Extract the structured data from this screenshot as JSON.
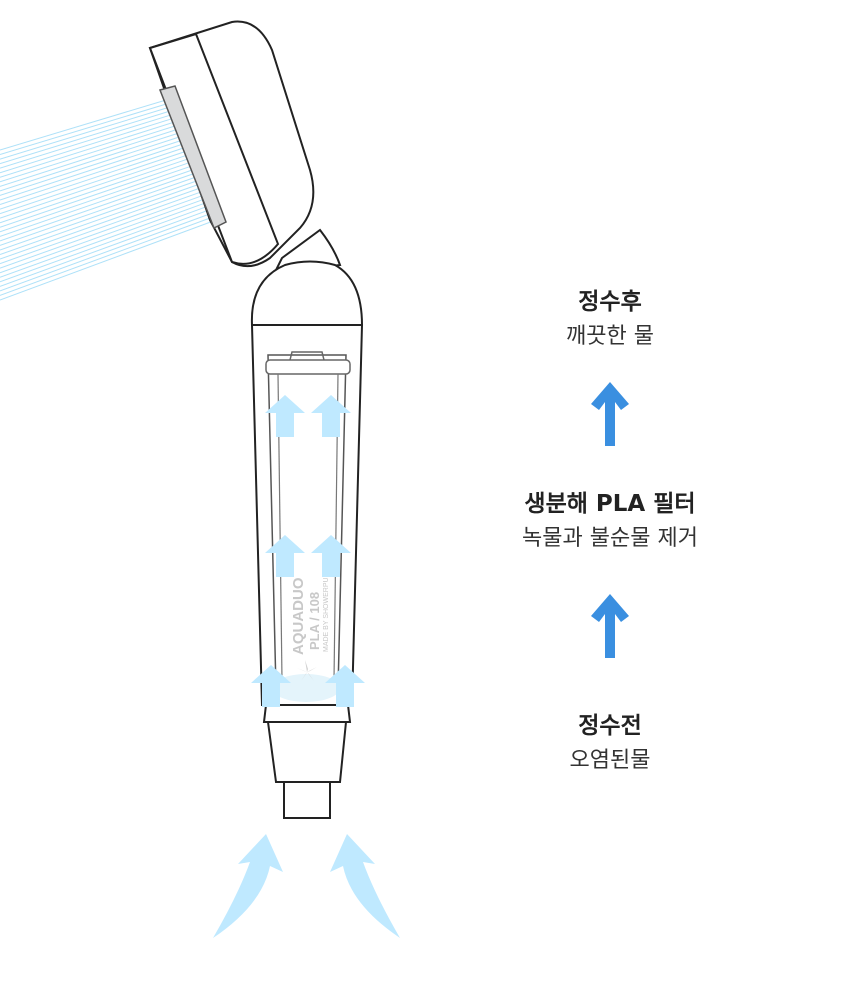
{
  "product": {
    "brand_mark": "AQUADUO",
    "model_mark": "PLA / 108",
    "maker_mark": "MADE BY SHOWERPURE"
  },
  "stages": [
    {
      "title": "정수후",
      "subtitle": "깨끗한 물"
    },
    {
      "title": "생분해 PLA 필터",
      "subtitle": "녹물과 불순물 제거"
    },
    {
      "title": "정수전",
      "subtitle": "오염된물"
    }
  ],
  "colors": {
    "flow_arrow": "#3A8FE0",
    "water_light": "#BFE9FF",
    "outline": "#222222"
  }
}
